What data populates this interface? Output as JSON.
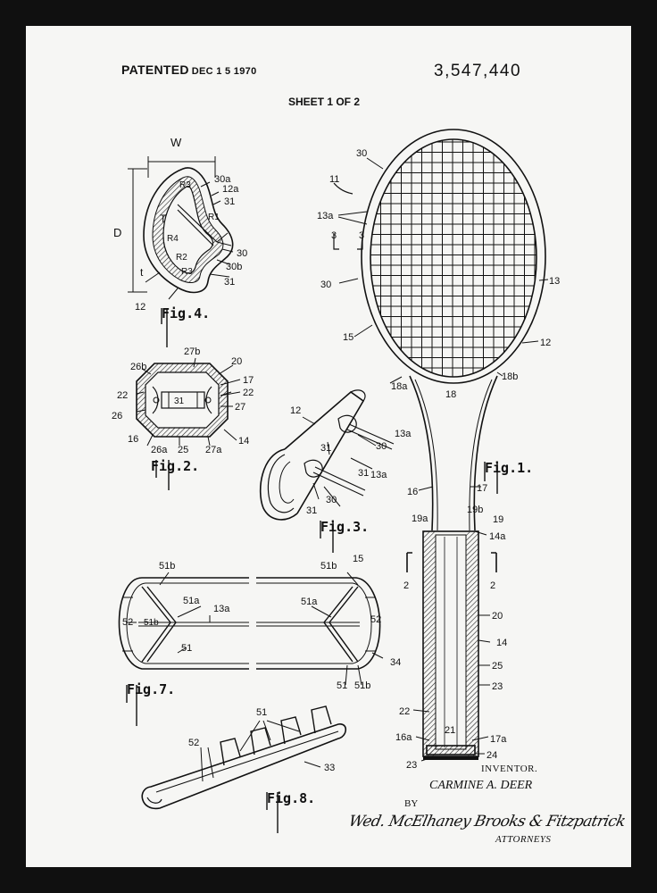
{
  "header": {
    "patented": "PATENTED",
    "date": "DEC 1 5 1970",
    "patent_number": "3,547,440",
    "sheet": "SHEET 1 OF 2"
  },
  "figures": {
    "fig1": "Fig.1.",
    "fig2": "Fig.2.",
    "fig3": "Fig.3.",
    "fig4": "Fig.4.",
    "fig7": "Fig.7.",
    "fig8": "Fig.8."
  },
  "labels": {
    "fig1": [
      "11",
      "30",
      "13a",
      "3",
      "3",
      "30",
      "13",
      "15",
      "12",
      "18a",
      "18",
      "18b",
      "16",
      "17",
      "19a",
      "19b",
      "19",
      "14a",
      "2",
      "2",
      "20",
      "14",
      "25",
      "23",
      "22",
      "21",
      "16a",
      "17a",
      "24",
      "23"
    ],
    "fig4": [
      "W",
      "D",
      "R3",
      "30a",
      "12a",
      "31",
      "T",
      "R1",
      "R4",
      "R2",
      "30",
      "R3",
      "30b",
      "t",
      "31",
      "12"
    ],
    "fig2": [
      "27b",
      "26b",
      "20",
      "17",
      "22",
      "31",
      "22",
      "26",
      "27",
      "16",
      "26a",
      "25",
      "27a",
      "14"
    ],
    "fig3": [
      "12",
      "30",
      "13a",
      "31",
      "31",
      "13a",
      "30",
      "31"
    ],
    "fig7": [
      "51b",
      "51b",
      "15",
      "51a",
      "13a",
      "51a",
      "52",
      "51b",
      "51",
      "52",
      "51",
      "51b",
      "34"
    ],
    "fig8": [
      "51",
      "52",
      "33"
    ]
  },
  "footer": {
    "inventor_label": "INVENTOR.",
    "inventor_name": "CARMINE A. DEER",
    "by": "BY",
    "signature": "Wed. McElhaney Brooks & Fitzpatrick",
    "attorneys": "ATTORNEYS"
  }
}
